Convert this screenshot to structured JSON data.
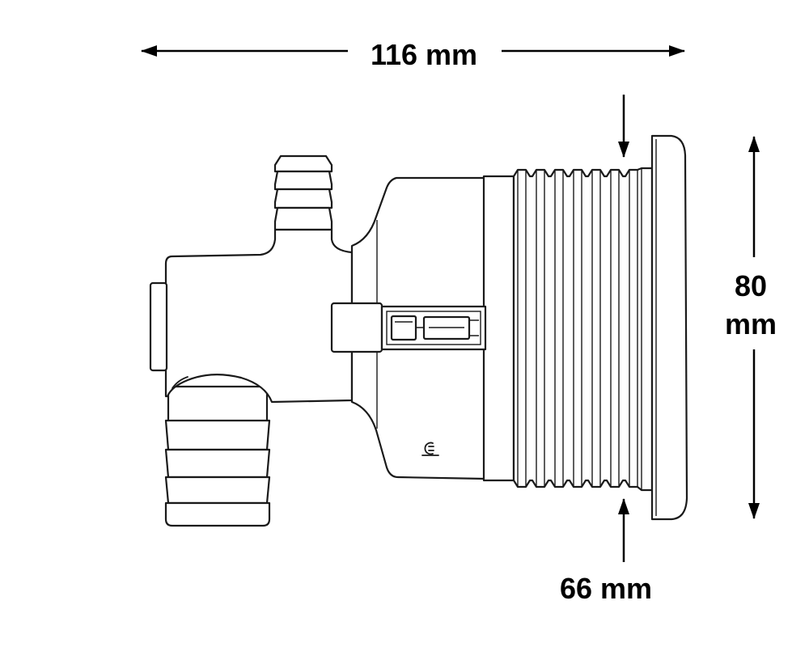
{
  "dimensions": {
    "overall_length": "116 mm",
    "flange_diameter": {
      "value": "80",
      "unit": "mm"
    },
    "thread_diameter": "66 mm"
  },
  "colors": {
    "line": "#1a1a1a",
    "background": "#ffffff",
    "dimension": "#000000"
  }
}
